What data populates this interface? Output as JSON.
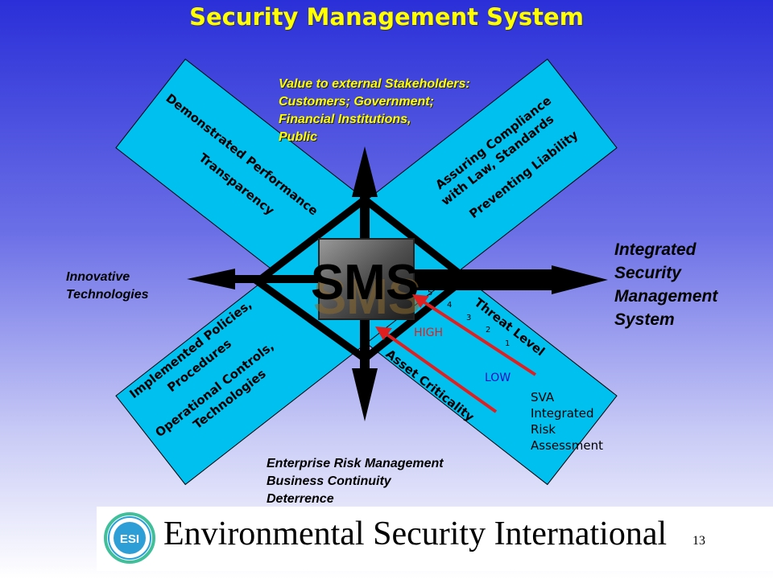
{
  "title": "Security Management System",
  "sms_label": "SMS",
  "quadrants": {
    "top_left": [
      "Demonstrated Performance",
      "Transparency"
    ],
    "top_right": [
      "Assuring Compliance",
      "with Law, Standards",
      "Preventing Liability"
    ],
    "bottom_left": [
      "Implemented Policies,",
      "Procedures",
      "Operational Controls,",
      "Technologies"
    ],
    "bottom_right": [
      "Threat Level",
      "Asset Criticality"
    ]
  },
  "axes": {
    "top": [
      "Value to external Stakeholders:",
      "Customers; Government;",
      "Financial Institutions,",
      "Public"
    ],
    "left": [
      "Innovative",
      "Technologies"
    ],
    "right": [
      "Integrated",
      "Security",
      "Management",
      "System"
    ],
    "bottom": [
      "Enterprise Risk Management",
      "Business Continuity",
      "Deterrence"
    ]
  },
  "risk": {
    "scale": [
      "1",
      "2",
      "3",
      "4",
      "5"
    ],
    "high_label": "HIGH",
    "low_label": "LOW",
    "sva_lines": [
      "SVA",
      "Integrated",
      "Risk",
      "Assessment"
    ]
  },
  "colors": {
    "box": "#00c0f0",
    "high": "#e02020",
    "low": "#1010c0",
    "title": "#ffff00"
  },
  "footer": {
    "logo_text": "ESI",
    "company": "Environmental Security International",
    "page": "13"
  }
}
